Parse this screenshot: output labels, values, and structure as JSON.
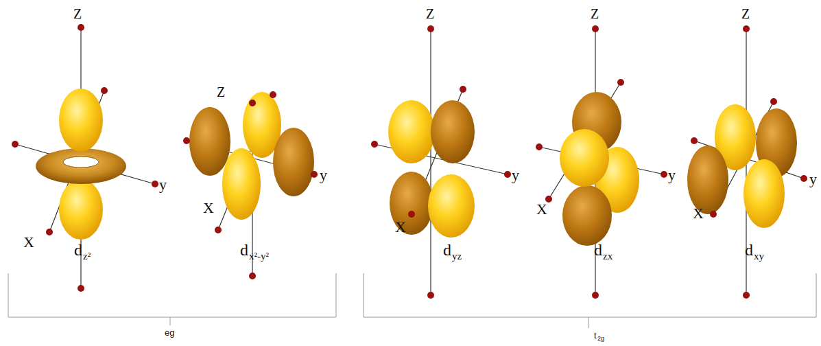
{
  "diagram": {
    "labels": [
      "Z",
      "y",
      "X",
      "d",
      "z²",
      "Z",
      "X",
      "y",
      "d",
      "x²-y²",
      "Z",
      "X",
      "y",
      "d",
      "yz",
      "Z",
      "X",
      "y",
      "d",
      "zx",
      "Z",
      "X",
      "y",
      "d",
      "xy",
      "eg",
      "t",
      "2g"
    ]
  }
}
